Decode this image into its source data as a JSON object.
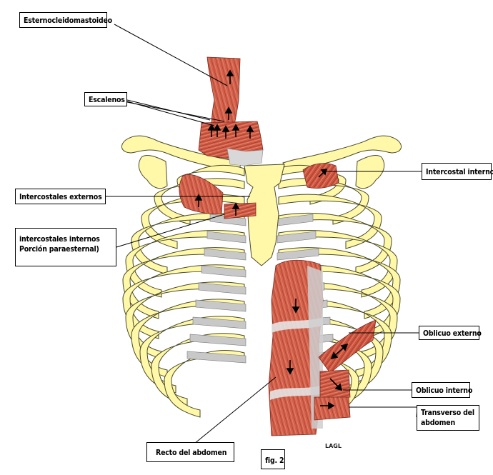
{
  "labels": {
    "esternocleidomastoideo": "Esternocleidomastoideo",
    "escalenos": "Escalenos",
    "intercostal_interno": "Intercostal interno",
    "intercostales_externos": "Intercostales externos",
    "intercostales_internos_line1": "intercostales internos",
    "intercostales_internos_line2": "Porción paraesternal)",
    "oblicuo_externo": "Oblicuo externo",
    "oblicuo_interno": "Oblicuo interno",
    "transverso_line1": "Transverso del",
    "transverso_line2": "abdomen",
    "recto_abdomen": "Recto del abdomen",
    "figure": "fig. 2",
    "signature": "LAGL"
  },
  "colors": {
    "bone": "#fff8a8",
    "bone_outline": "#4a4a2a",
    "cartilage": "#c8c8c8",
    "muscle": "#c8503c",
    "muscle_light": "#e89a84",
    "tendon": "#dcdcdc"
  },
  "icons": [
    "up-arrow-icon",
    "down-arrow-icon",
    "diagonal-arrow-icon",
    "right-arrow-icon"
  ]
}
